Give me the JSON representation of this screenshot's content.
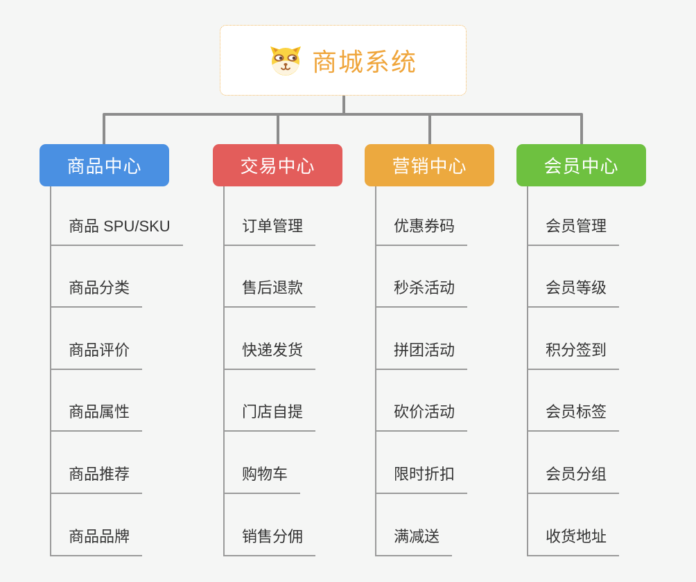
{
  "background_color": "#f5f6f5",
  "connector_color": "#8c8c8c",
  "root": {
    "label": "商城系统",
    "icon": "dog-icon",
    "text_color": "#efa53b",
    "border_color": "#f2b95f"
  },
  "branches": [
    {
      "label": "商品中心",
      "color": "#4a90e2",
      "items": [
        "商品 SPU/SKU",
        "商品分类",
        "商品评价",
        "商品属性",
        "商品推荐",
        "商品品牌"
      ]
    },
    {
      "label": "交易中心",
      "color": "#e35d5b",
      "items": [
        "订单管理",
        "售后退款",
        "快递发货",
        "门店自提",
        "购物车",
        "销售分佣"
      ]
    },
    {
      "label": "营销中心",
      "color": "#eca93f",
      "items": [
        "优惠券码",
        "秒杀活动",
        "拼团活动",
        "砍价活动",
        "限时折扣",
        "满减送"
      ]
    },
    {
      "label": "会员中心",
      "color": "#6ec140",
      "items": [
        "会员管理",
        "会员等级",
        "积分签到",
        "会员标签",
        "会员分组",
        "收货地址"
      ]
    }
  ]
}
